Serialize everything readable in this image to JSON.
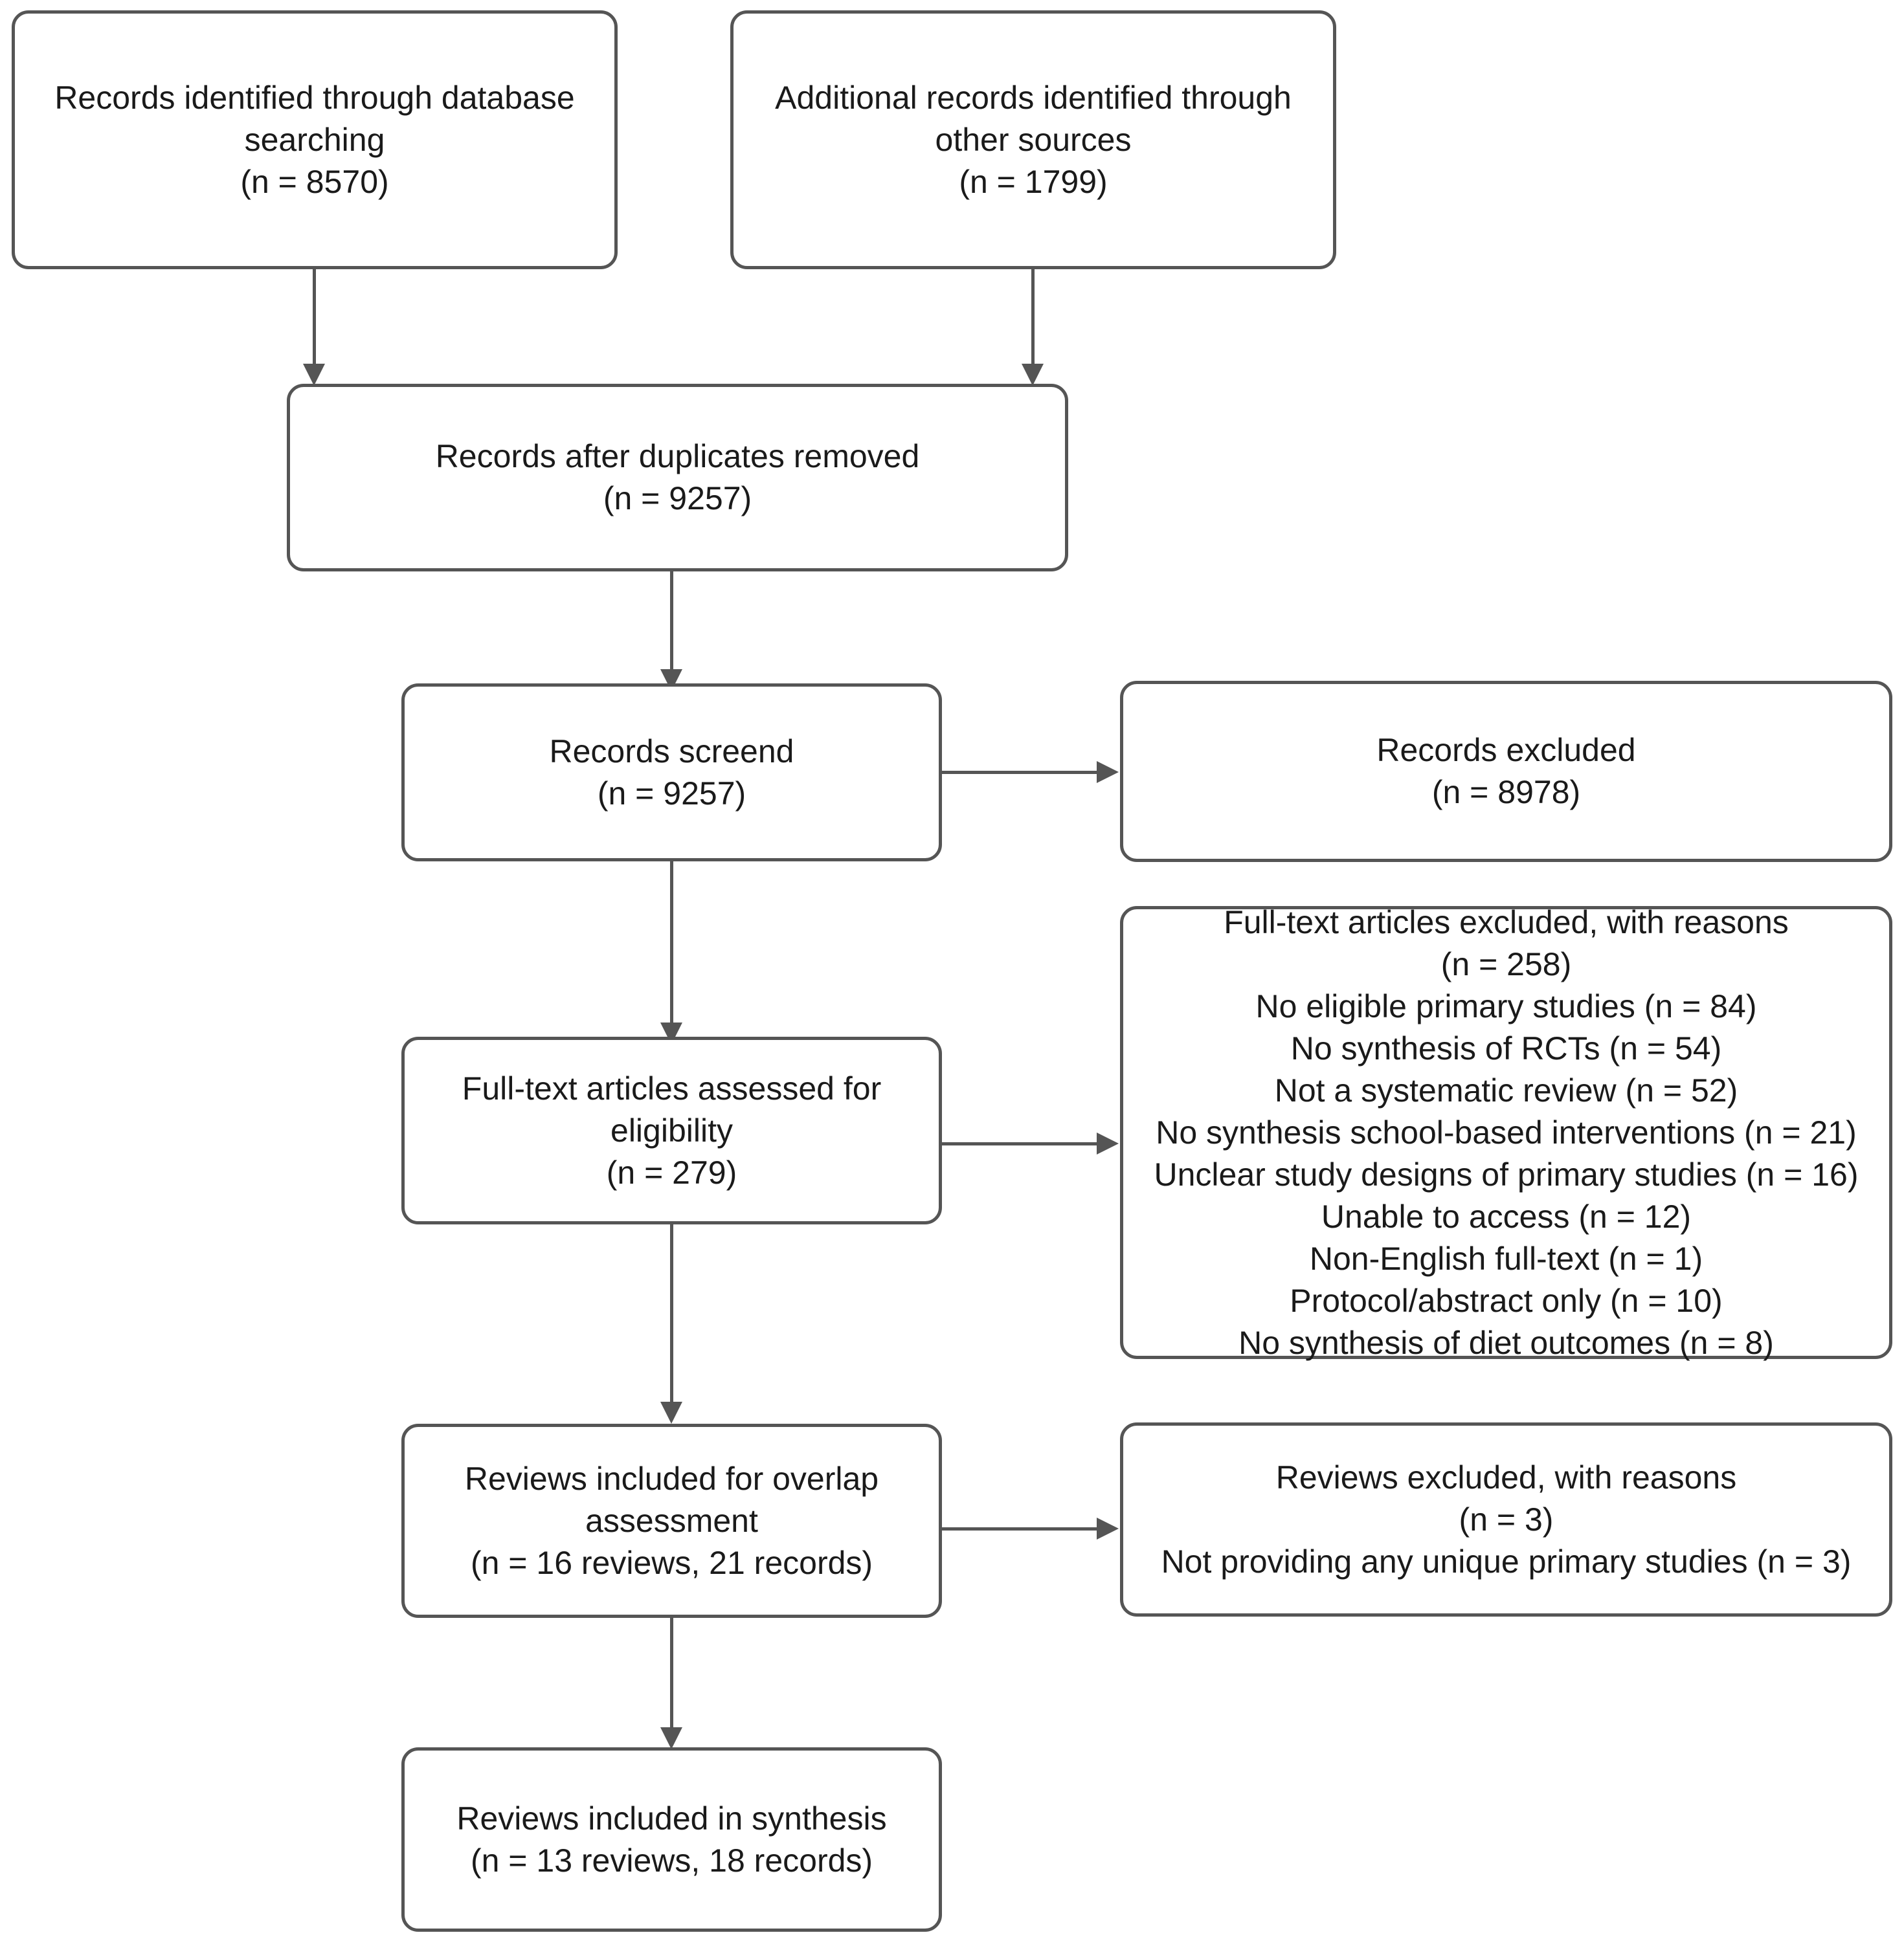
{
  "diagram": {
    "type": "prisma-flow-diagram",
    "accent_color": "#555555",
    "text_color": "#1a1a1a",
    "background": "#ffffff"
  },
  "nodes": {
    "db_search": {
      "lines": [
        "Records identified through database",
        "searching",
        "(n = 8570)"
      ]
    },
    "other_sources": {
      "lines": [
        "Additional records identified through",
        "other sources",
        "(n = 1799)"
      ]
    },
    "duplicates_removed": {
      "lines": [
        "Records after duplicates removed",
        "(n = 9257)"
      ]
    },
    "records_screened": {
      "lines": [
        "Records screend",
        "(n = 9257)"
      ]
    },
    "records_excluded": {
      "lines": [
        "Records excluded",
        "(n = 8978)"
      ]
    },
    "fulltext_assessed": {
      "lines": [
        "Full-text articles assessed for",
        "eligibility",
        "(n = 279)"
      ]
    },
    "fulltext_excluded": {
      "lines": [
        "Full-text articles excluded, with reasons",
        "(n = 258)",
        "No eligible primary studies (n = 84)",
        "No synthesis of RCTs (n = 54)",
        "Not a systematic review (n = 52)",
        "No synthesis school-based interventions (n = 21)",
        "Unclear study designs of primary studies (n = 16)",
        "Unable to access (n = 12)",
        "Non-English full-text (n = 1)",
        "Protocol/abstract only (n = 10)",
        "No synthesis of diet outcomes (n = 8)"
      ]
    },
    "overlap_assessment": {
      "lines": [
        "Reviews included for overlap",
        "assessment",
        "(n = 16 reviews, 21 records)"
      ]
    },
    "reviews_excluded": {
      "lines": [
        "Reviews excluded, with reasons",
        "(n = 3)",
        "Not providing any unique primary studies (n = 3)"
      ]
    },
    "included_synthesis": {
      "lines": [
        "Reviews included in synthesis",
        "(n = 13 reviews, 18 records)"
      ]
    }
  },
  "counts": {
    "database_searching": 8570,
    "other_sources": 1799,
    "after_duplicates": 9257,
    "screened": 9257,
    "records_excluded": 8978,
    "fulltext_assessed": 279,
    "fulltext_excluded_total": 258,
    "no_eligible_primary_studies": 84,
    "no_synthesis_of_rcts": 54,
    "not_a_systematic_review": 52,
    "no_synthesis_school_based": 21,
    "unclear_study_designs": 16,
    "unable_to_access": 12,
    "non_english_fulltext": 1,
    "protocol_abstract_only": 10,
    "no_synthesis_diet_outcomes": 8,
    "overlap_reviews": 16,
    "overlap_records": 21,
    "reviews_excluded": 3,
    "not_providing_unique_primary_studies": 3,
    "included_reviews": 13,
    "included_records": 18
  }
}
